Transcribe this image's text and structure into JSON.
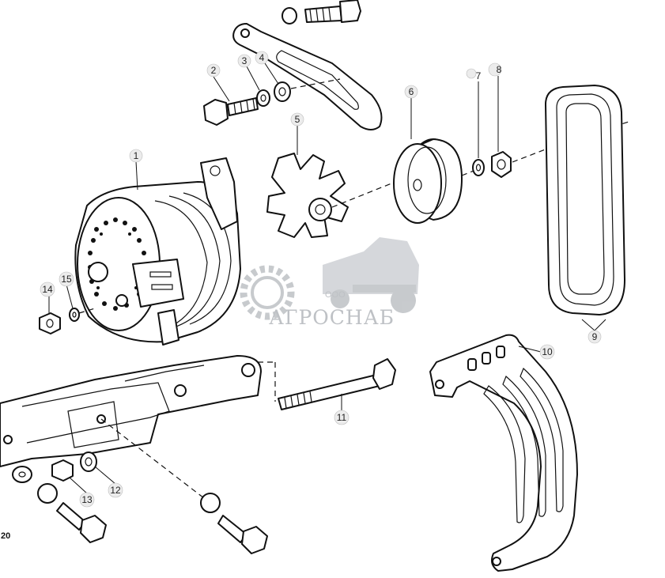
{
  "diagram": {
    "callouts": [
      {
        "id": "callout-1",
        "label": "1"
      },
      {
        "id": "callout-2",
        "label": "2"
      },
      {
        "id": "callout-3",
        "label": "3"
      },
      {
        "id": "callout-4",
        "label": "4"
      },
      {
        "id": "callout-5",
        "label": "5"
      },
      {
        "id": "callout-6",
        "label": "6"
      },
      {
        "id": "callout-7",
        "label": "7"
      },
      {
        "id": "callout-8",
        "label": "8"
      },
      {
        "id": "callout-9",
        "label": "9"
      },
      {
        "id": "callout-10",
        "label": "10"
      },
      {
        "id": "callout-11",
        "label": "11"
      },
      {
        "id": "callout-12",
        "label": "12"
      },
      {
        "id": "callout-13",
        "label": "13"
      },
      {
        "id": "callout-14",
        "label": "14"
      },
      {
        "id": "callout-15",
        "label": "15"
      }
    ],
    "corner_code": "20",
    "watermark": {
      "small_text": "ООО",
      "brand_text": "АГРОСНАБ"
    }
  }
}
